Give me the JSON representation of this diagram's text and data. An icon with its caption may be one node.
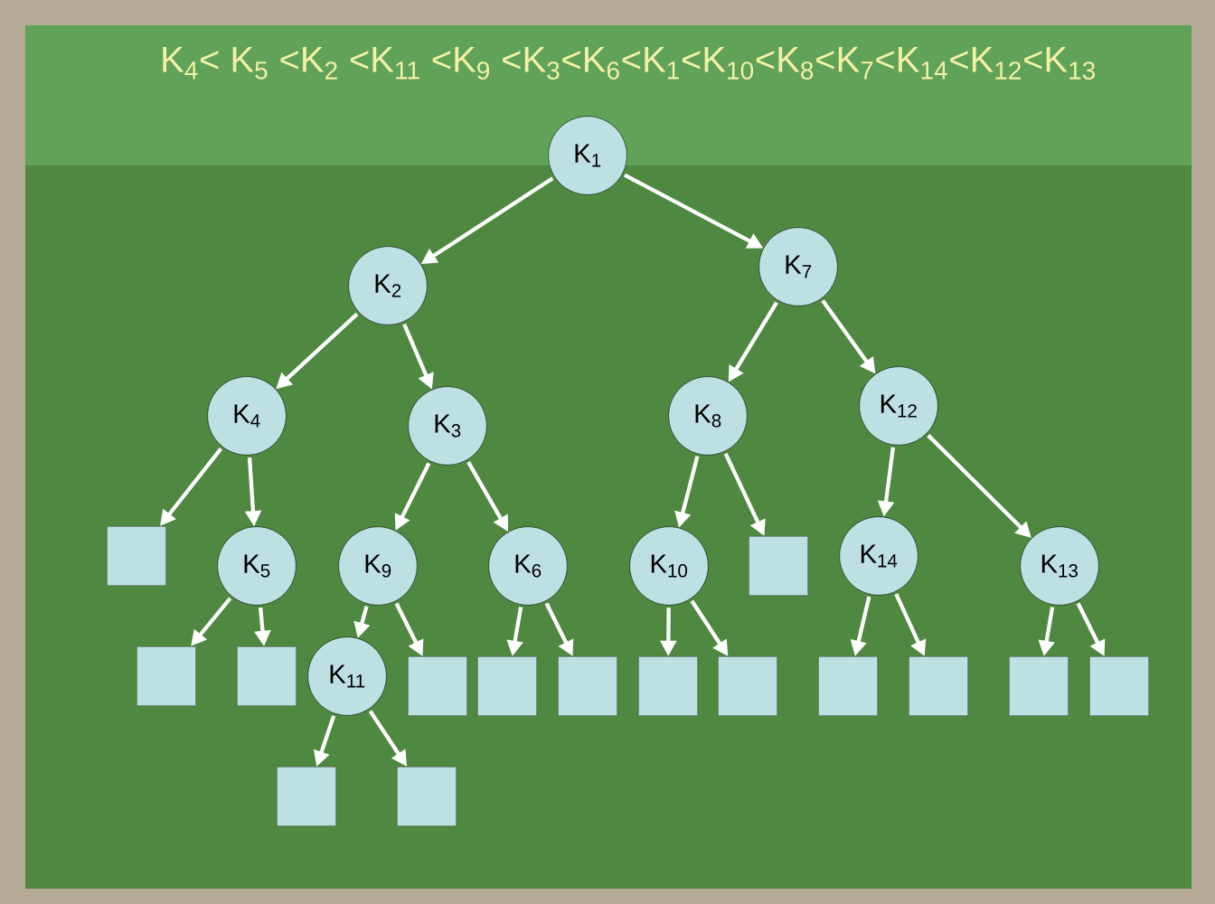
{
  "diagram": {
    "title": "K$_{4}$< K$_{5}$ <K$_{2}$ <K$_{11}$ <K$_{9}$ <K$_{3}$<K$_{6}$<K$_{1}$<K$_{10}$<K$_{8}$<K$_{7}$<K$_{14}$<K$_{12}$<K$_{13}$",
    "nodes": [
      {
        "text": [
          "K$_{1}$"
        ]
      },
      {
        "text": [
          "K$_{2}$"
        ]
      },
      {
        "text": [
          "K$_{7}$"
        ]
      },
      {
        "text": [
          "K$_{4}$"
        ]
      },
      {
        "text": [
          "K$_{3}$"
        ]
      },
      {
        "text": [
          "K$_{8}$"
        ]
      },
      {
        "text": [
          "K$_{12}$"
        ]
      },
      {
        "text": [],
        "shape": "box"
      },
      {
        "text": [
          "K$_{5}$"
        ]
      },
      {
        "text": [
          "K$_{9}$"
        ]
      },
      {
        "text": [
          "K$_{6}$"
        ]
      },
      {
        "text": [
          "K$_{10}$"
        ]
      },
      {
        "text": [],
        "shape": "box"
      },
      {
        "text": [
          "K$_{14}$"
        ]
      },
      {
        "text": [
          "K$_{13}$"
        ]
      },
      {
        "text": [],
        "shape": "box"
      },
      {
        "text": [],
        "shape": "box"
      },
      {
        "text": [
          "K$_{11}$"
        ]
      },
      {
        "text": [],
        "shape": "box"
      },
      {
        "text": [],
        "shape": "box"
      },
      {
        "text": [],
        "shape": "box"
      },
      {
        "text": [],
        "shape": "box"
      },
      {
        "text": [],
        "shape": "box"
      },
      {
        "text": [],
        "shape": "box"
      },
      {
        "text": [],
        "shape": "box"
      },
      {
        "text": [],
        "shape": "box"
      },
      {
        "text": [],
        "shape": "box"
      },
      {
        "text": [],
        "shape": "box"
      },
      {
        "text": [],
        "shape": "box"
      }
    ],
    "edges": [
      {
        "from": 0,
        "to": 1,
        "arrow": "to"
      },
      {
        "from": 0,
        "to": 2,
        "arrow": "to"
      },
      {
        "from": 1,
        "to": 3,
        "arrow": "to"
      },
      {
        "from": 1,
        "to": 4,
        "arrow": "to"
      },
      {
        "from": 2,
        "to": 5,
        "arrow": "to"
      },
      {
        "from": 2,
        "to": 6,
        "arrow": "to"
      },
      {
        "from": 3,
        "to": 7,
        "arrow": "to"
      },
      {
        "from": 3,
        "to": 8,
        "arrow": "to"
      },
      {
        "from": 4,
        "to": 9,
        "arrow": "to"
      },
      {
        "from": 4,
        "to": 10,
        "arrow": "to"
      },
      {
        "from": 5,
        "to": 11,
        "arrow": "to"
      },
      {
        "from": 5,
        "to": 12,
        "arrow": "to"
      },
      {
        "from": 6,
        "to": 13,
        "arrow": "to"
      },
      {
        "from": 6,
        "to": 14,
        "arrow": "to"
      },
      {
        "from": 8,
        "to": 15,
        "arrow": "to"
      },
      {
        "from": 8,
        "to": 16,
        "arrow": "to"
      },
      {
        "from": 9,
        "to": 17,
        "arrow": "to"
      },
      {
        "from": 9,
        "to": 18,
        "arrow": "to"
      },
      {
        "from": 10,
        "to": 19,
        "arrow": "to"
      },
      {
        "from": 10,
        "to": 20,
        "arrow": "to"
      },
      {
        "from": 11,
        "to": 21,
        "arrow": "to"
      },
      {
        "from": 11,
        "to": 22,
        "arrow": "to"
      },
      {
        "from": 13,
        "to": 23,
        "arrow": "to"
      },
      {
        "from": 13,
        "to": 24,
        "arrow": "to"
      },
      {
        "from": 14,
        "to": 25,
        "arrow": "to"
      },
      {
        "from": 14,
        "to": 26,
        "arrow": "to"
      },
      {
        "from": 17,
        "to": 27,
        "arrow": "to"
      },
      {
        "from": 17,
        "to": 28,
        "arrow": "to"
      }
    ]
  }
}
